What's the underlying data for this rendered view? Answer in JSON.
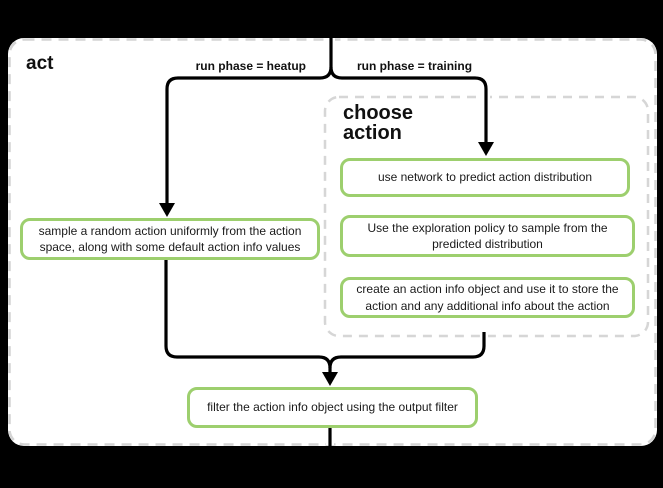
{
  "title": "act",
  "colors": {
    "background": "#000000",
    "panel_fill": "#ffffff",
    "dashed_border": "#d4d4d4",
    "connector": "#000000",
    "node_border": "#9dcf6e",
    "node_fill": "#ffffff",
    "text": "#1a1a1a"
  },
  "branches": {
    "heatup_label": "run phase = heatup",
    "training_label": "run phase = training"
  },
  "group": {
    "title": "choose action"
  },
  "nodes": {
    "sample": "sample a random action uniformly from the action space, along with some default action info values",
    "predict": "use network to predict action distribution",
    "explore": "Use the exploration policy to sample from the predicted distribution",
    "create": "create an action info object and use it to store the action and any additional info about the action",
    "filter": "filter the action info object using the output filter"
  }
}
